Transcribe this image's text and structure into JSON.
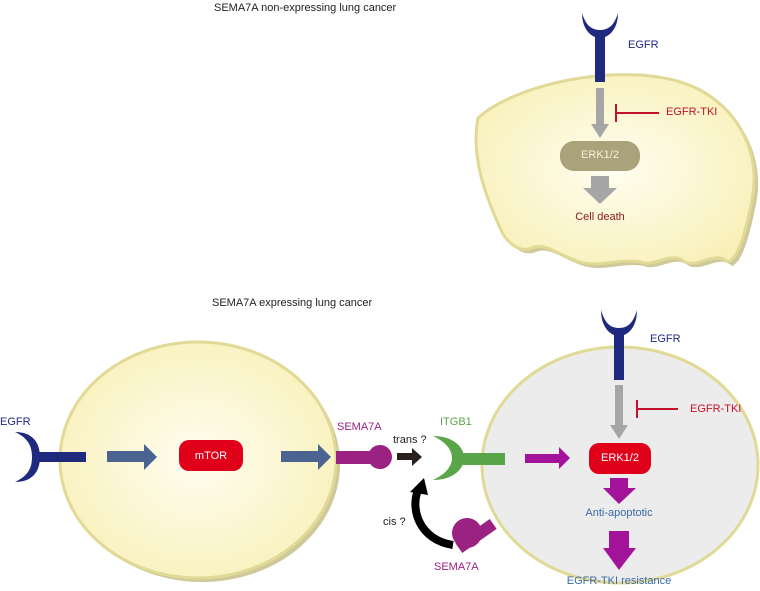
{
  "panel_top": {
    "title": "SEMA7A non-expressing lung cancer",
    "egfr_label": "EGFR",
    "inhibitor_label": "EGFR-TKI",
    "erk_label": "ERK1/2",
    "outcome_label": "Cell death"
  },
  "panel_bottom": {
    "title": "SEMA7A expressing lung cancer",
    "left_cell": {
      "egfr_label": "EGFR",
      "mtor_label": "mTOR",
      "sema7a_label": "SEMA7A"
    },
    "interaction": {
      "trans_label": "trans ?",
      "cis_label": "cis ?",
      "itgb1_label": "ITGB1",
      "sema7a_cis_label": "SEMA7A"
    },
    "right_cell": {
      "egfr_label": "EGFR",
      "inhibitor_label": "EGFR-TKI",
      "erk_label": "ERK1/2",
      "anti_apoptotic_label": "Anti-apoptotic",
      "outcome_label": "EGFR-TKI resistance"
    }
  },
  "colors": {
    "egfr": "#1f2a7e",
    "inhibitor": "#c0122a",
    "erk_inactive": "#a9a27a",
    "erk_active": "#e0001a",
    "sema7a": "#9b2182",
    "itgb1": "#5aa54a",
    "arrow_gray": "#a6a6a6",
    "arrow_blue": "#4a6391",
    "arrow_magenta": "#a3139a",
    "cell_fill": "#fbf6c8",
    "cell_border": "#e1d996",
    "cell_gray_fill": "#ececec",
    "death_text": "#8a1a1a",
    "blue_text": "#3a6aa8"
  }
}
